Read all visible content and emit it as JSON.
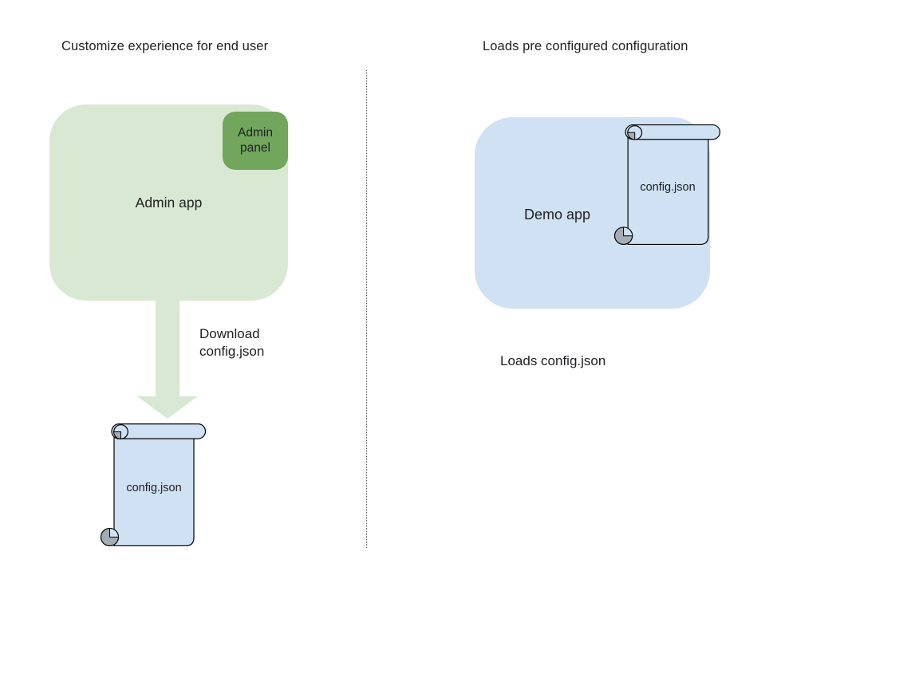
{
  "diagram": {
    "left": {
      "title": "Customize experience for end user",
      "admin_app_label": "Admin app",
      "admin_panel_label": "Admin panel",
      "arrow_caption": "Download config.json",
      "config_file_label": "config.json"
    },
    "right": {
      "title": "Loads pre configured configuration",
      "demo_app_label": "Demo app",
      "config_file_label": "config.json",
      "caption": "Loads config.json"
    }
  },
  "icons": {
    "download_arrow": "block-arrow-down",
    "config_file": "vertical-scroll-document"
  },
  "colors": {
    "green_light": "#d9e8d2",
    "green_dark": "#71a65c",
    "blue_light": "#cfe1f3",
    "scroll_fill": "#cfe1f3",
    "curl_gray": "#a4adb5",
    "divider": "#606368",
    "outline": "#000000",
    "text": "#202124"
  }
}
